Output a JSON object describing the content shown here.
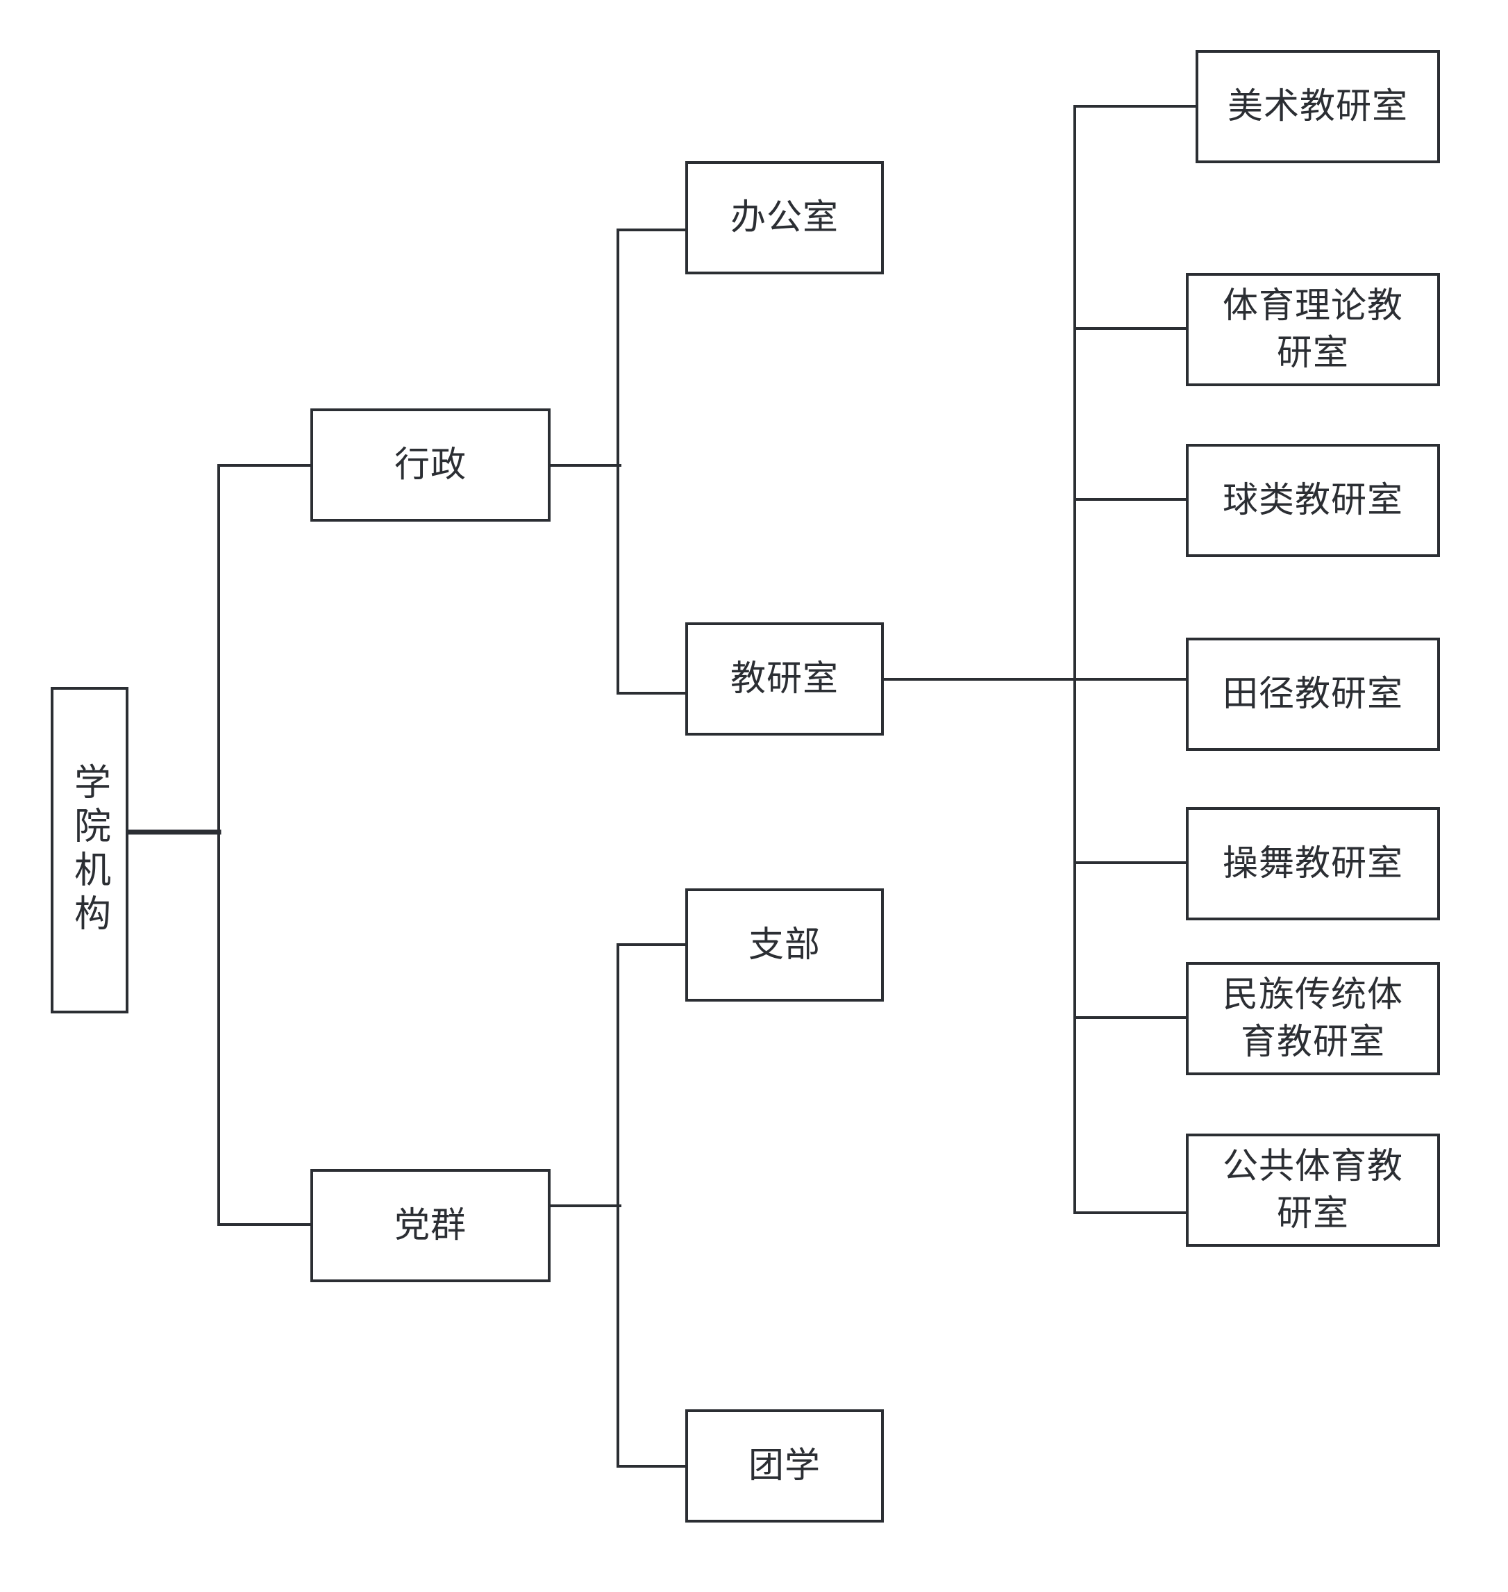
{
  "diagram": {
    "root": "学院机构",
    "level1": [
      {
        "label": "行政",
        "children": [
          {
            "label": "办公室",
            "children": []
          },
          {
            "label": "教研室",
            "children": [
              "美术教研室",
              "体育理论教研室",
              "球类教研室",
              "田径教研室",
              "操舞教研室",
              "民族传统体育教研室",
              "公共体育教研室"
            ]
          }
        ]
      },
      {
        "label": "党群",
        "children": [
          {
            "label": "支部",
            "children": []
          },
          {
            "label": "团学",
            "children": []
          }
        ]
      }
    ]
  },
  "colors": {
    "line": "#2b2e33",
    "box_border": "#2b2e33",
    "text": "#2b2e33",
    "background": "#ffffff"
  }
}
